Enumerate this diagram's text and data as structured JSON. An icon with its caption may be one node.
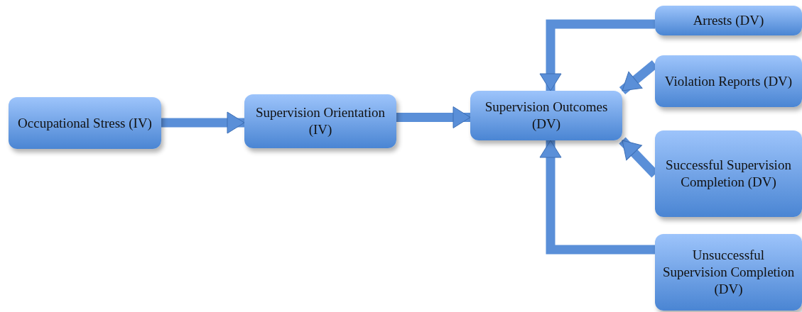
{
  "diagram": {
    "nodes": [
      {
        "text": [
          "Occupational Stress (IV)"
        ]
      },
      {
        "text": [
          "Supervision Orientation (IV)"
        ]
      },
      {
        "text": [
          "Supervision Outcomes (DV)"
        ]
      },
      {
        "text": [
          "Arrests (DV)"
        ]
      },
      {
        "text": [
          "Violation Reports (DV)"
        ]
      },
      {
        "text": [
          "Successful Supervision Completion (DV)"
        ]
      },
      {
        "text": [
          "Unsuccessful Supervision Completion (DV)"
        ]
      }
    ],
    "edges": [
      {
        "from": 0,
        "to": 1,
        "arrow": "to"
      },
      {
        "from": 1,
        "to": 2,
        "arrow": "to"
      },
      {
        "from": 3,
        "to": 2,
        "arrow": "to"
      },
      {
        "from": 4,
        "to": 2,
        "arrow": "to"
      },
      {
        "from": 5,
        "to": 2,
        "arrow": "to"
      },
      {
        "from": 6,
        "to": 2,
        "arrow": "to"
      }
    ]
  }
}
